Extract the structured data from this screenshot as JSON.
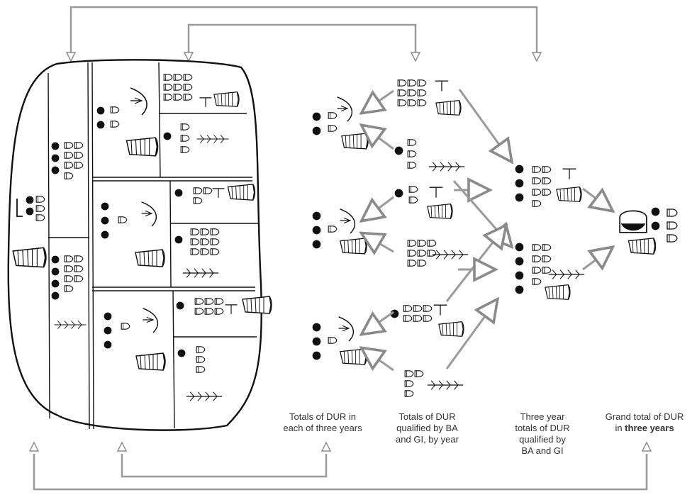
{
  "captions": {
    "yearly_totals": "Totals of DUR in\neach of three years",
    "qualified_by_year": "Totals of DUR\nqualified by BA\nand GI, by year",
    "three_year_qualified": "Three year\ntotals of DUR\nqualified by\nBA and GI",
    "grand_total_prefix": "Grand total of DUR\nin ",
    "grand_total_emph": "three years"
  },
  "colors": {
    "ink": "#1a1a1a",
    "arrow": "#9a9a9a",
    "arrow_fill": "#ffffff",
    "caption": "#333333"
  },
  "icons": [
    "ration-vessel-sign",
    "grain-sign",
    "bow-sign",
    "numeral-disc",
    "numeral-cup"
  ]
}
